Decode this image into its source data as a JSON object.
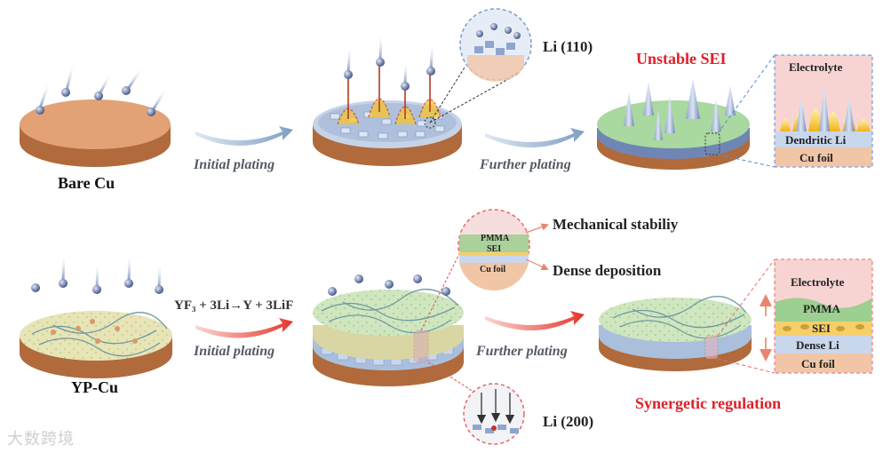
{
  "labels": {
    "bare_cu": "Bare Cu",
    "yp_cu": "YP-Cu",
    "initial_plating_top": "Initial plating",
    "initial_plating_bottom": "Initial plating",
    "further_plating_top": "Further plating",
    "further_plating_bottom": "Further plating",
    "li_110": "Li (110)",
    "li_200": "Li (200)",
    "unstable_sei": "Unstable SEI",
    "synergetic_regulation": "Synergetic regulation",
    "mechanical_stability": "Mechanical stabiliy",
    "dense_deposition": "Dense deposition",
    "reaction": "YF₃ + 3Li→Y + 3LiF"
  },
  "inset_top": {
    "electrolyte": "Electrolyte",
    "dendritic_li": "Dendritic Li",
    "cu_foil": "Cu foil"
  },
  "inset_bottom": {
    "electrolyte": "Electrolyte",
    "pmma": "PMMA",
    "sei": "SEI",
    "dense_li": "Dense Li",
    "cu_foil": "Cu foil"
  },
  "circle_inset": {
    "pmma": "PMMA",
    "sei": "SEI",
    "cu_foil": "Cu foil"
  },
  "watermark": "大数跨境",
  "colors": {
    "copper": "#e3a275",
    "copper_side": "#b06a3c",
    "red_title": "#e0202a",
    "arrow_blue": "#8fb0cf",
    "arrow_red": "#e8473f",
    "sei_green": "#a9d8a0",
    "pmma_green": "#9ccf91",
    "li_blue": "#a9bfdc"
  }
}
